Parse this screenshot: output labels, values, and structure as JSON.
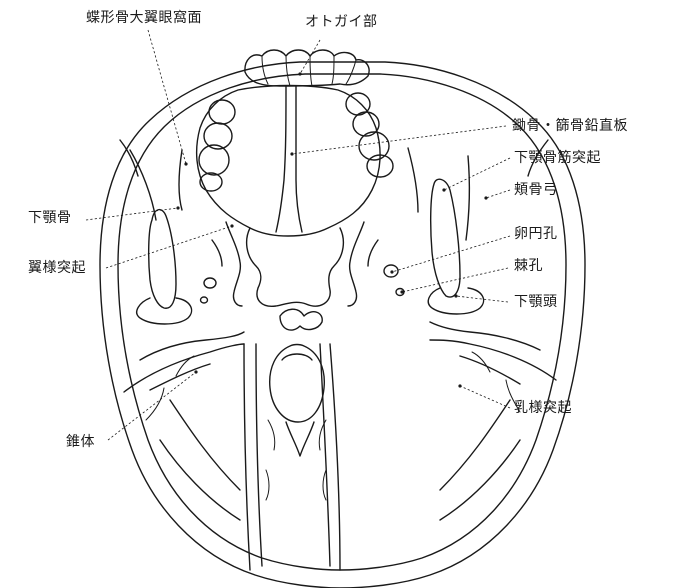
{
  "figure": {
    "labels": {
      "sphenoid_orbital_surface": "蝶形骨大翼眼窩面",
      "otogai": "オトガイ部",
      "vomer_ethmoid": "鋤骨・篩骨鉛直板",
      "coronoid_process": "下顎骨筋突起",
      "zygomatic_arch": "頬骨弓",
      "mandible": "下顎骨",
      "pterygoid_process": "翼様突起",
      "foramen_ovale": "卵円孔",
      "foramen_spinosum": "棘孔",
      "mandibular_head": "下顎頭",
      "mastoid_process": "乳様突起",
      "pyramid": "錐体"
    }
  }
}
